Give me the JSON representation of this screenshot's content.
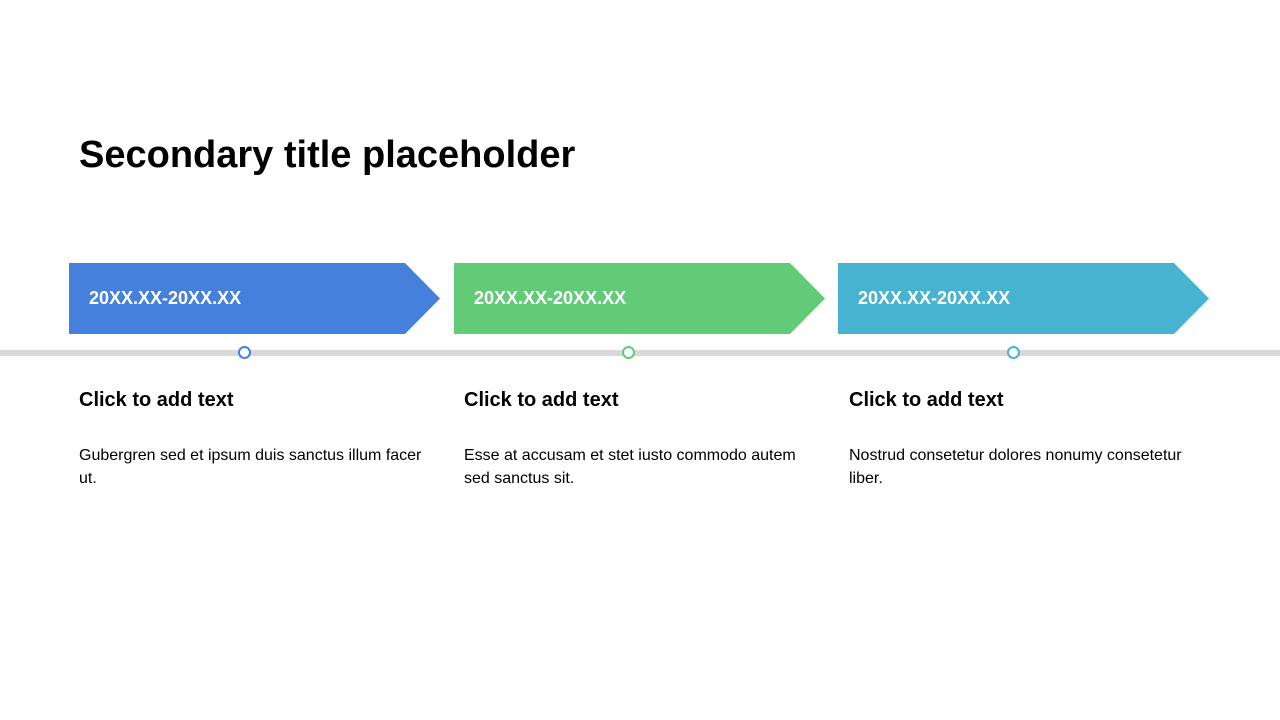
{
  "title": "Secondary title placeholder",
  "colors": {
    "blue": "#4580DC",
    "green": "#62CB78",
    "teal": "#47B3D0",
    "line": "#D9D9D9"
  },
  "stages": [
    {
      "date": "20XX.XX-20XX.XX",
      "heading": "Click to add text",
      "body": "Gubergren sed et ipsum duis sanctus illum facer ut.",
      "color": "#4580DC"
    },
    {
      "date": "20XX.XX-20XX.XX",
      "heading": "Click to add text",
      "body": "Esse at accusam et stet iusto commodo autem sed sanctus sit.",
      "color": "#62CB78"
    },
    {
      "date": "20XX.XX-20XX.XX",
      "heading": "Click to add text",
      "body": "Nostrud consetetur dolores nonumy consetetur liber.",
      "color": "#47B3D0"
    }
  ]
}
